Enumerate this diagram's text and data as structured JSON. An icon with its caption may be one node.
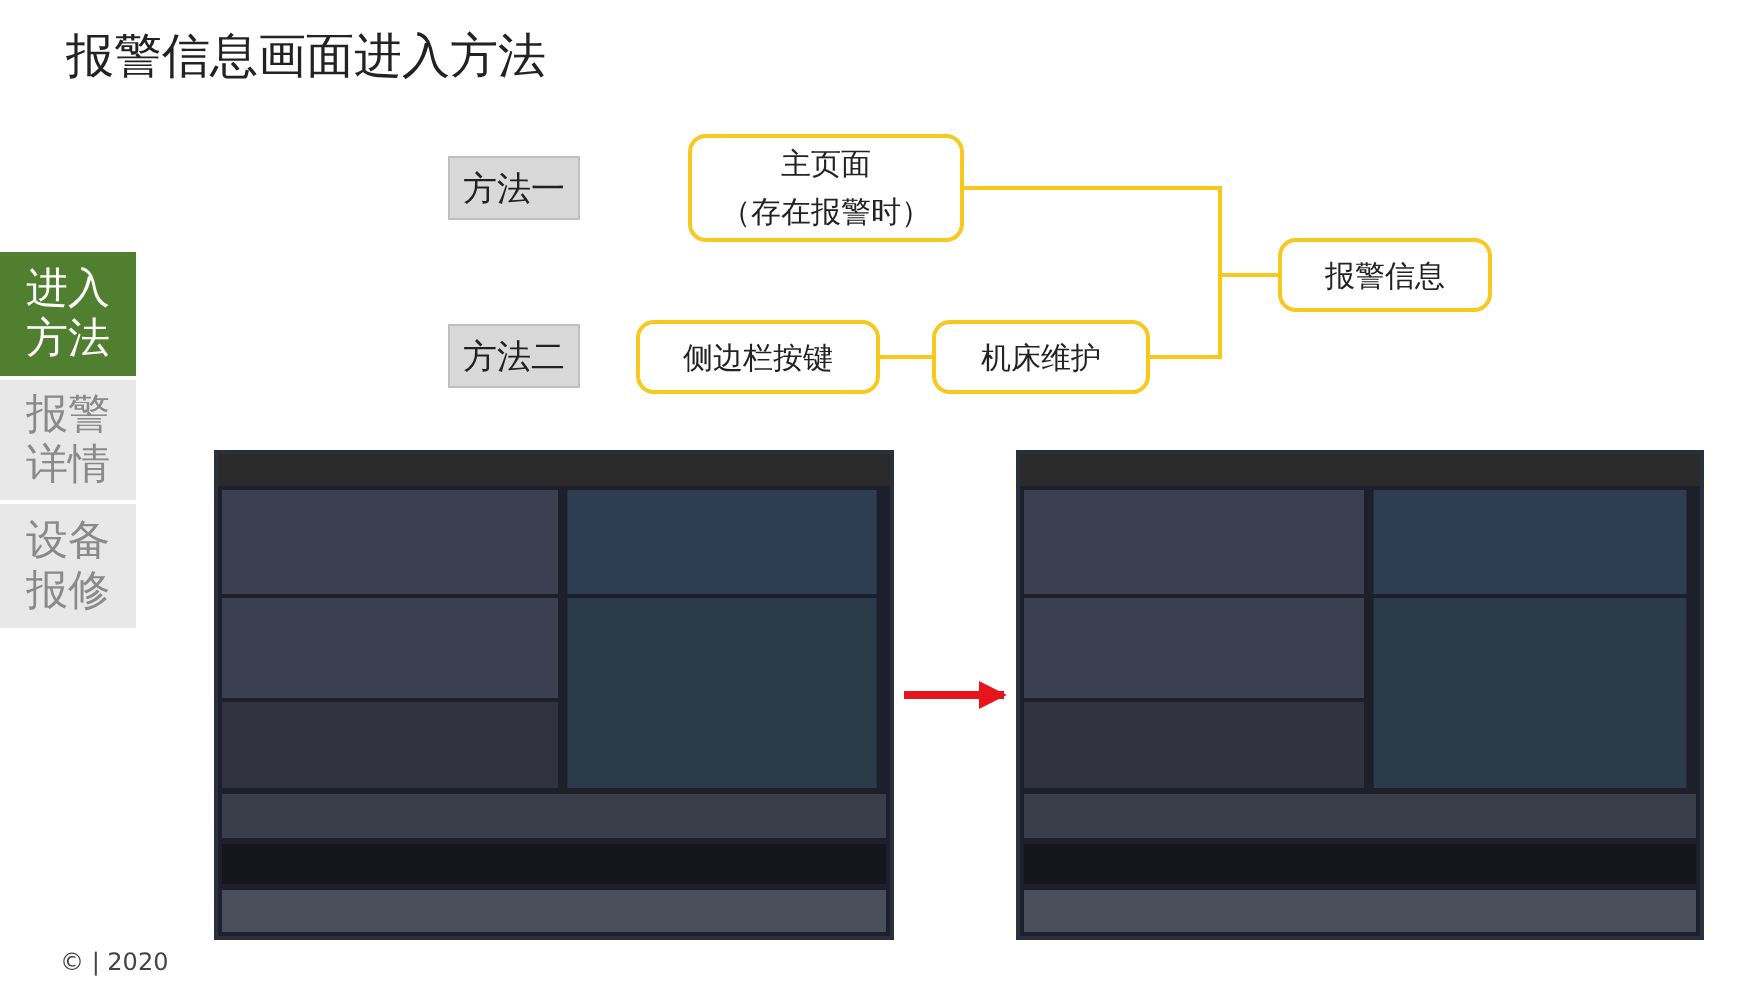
{
  "diagram": {
    "title": "报警信息画面进入方法",
    "nodes": [
      {
        "text": [
          "进入方法"
        ]
      },
      {
        "text": [
          "报警详情"
        ]
      },
      {
        "text": [
          "设备报修"
        ]
      },
      {
        "text": [
          "方法一"
        ]
      },
      {
        "text": [
          "主页面（存在报警时）"
        ]
      },
      {
        "text": [
          "报警信息"
        ]
      },
      {
        "text": [
          "方法二"
        ]
      },
      {
        "text": [
          "侧边栏按键"
        ]
      },
      {
        "text": [
          "机床维护"
        ]
      },
      {
        "text": [],
        "shape": "picture"
      },
      {
        "text": [],
        "shape": "picture"
      }
    ],
    "edges": [
      {
        "from": 4,
        "to": 5,
        "arrow": "none"
      },
      {
        "from": 8,
        "to": 5,
        "arrow": "none"
      },
      {
        "from": 7,
        "to": 8,
        "arrow": "none"
      },
      {
        "from": 9,
        "to": 10,
        "arrow": "to",
        "style": "thick",
        "color": "#e8141b"
      }
    ],
    "labels": [
      "© | 2020"
    ]
  }
}
